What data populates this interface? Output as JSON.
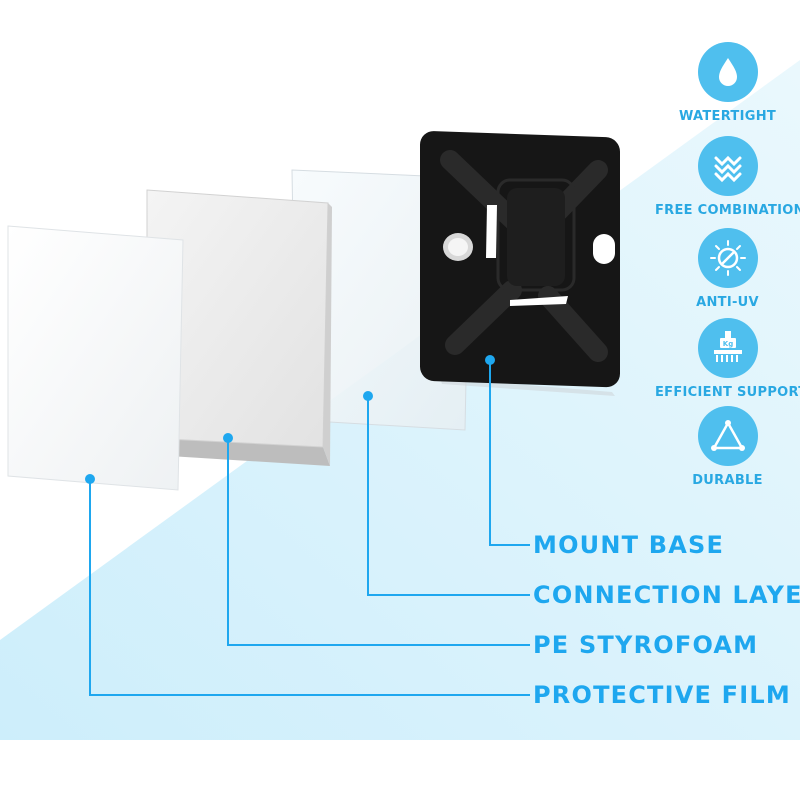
{
  "features": [
    {
      "label": "WATERTIGHT",
      "icon": "water-drop-icon"
    },
    {
      "label": "FREE COMBINATION",
      "icon": "puzzle-mesh-icon"
    },
    {
      "label": "ANTI-UV",
      "icon": "sun-shield-icon"
    },
    {
      "label": "EFFICIENT SUPPORT",
      "icon": "weight-press-icon",
      "icon_text": "Kg"
    },
    {
      "label": "DURABLE",
      "icon": "triangle-icon"
    }
  ],
  "callouts": {
    "mount_base": "MOUNT BASE",
    "connection_layer": "CONNECTION LAYER",
    "pe_styrofoam": "PE STYROFOAM",
    "protective_film": "PROTECTIVE FILM"
  },
  "colors": {
    "accent": "#1ea7ef",
    "badge": "#4fbfee",
    "background_tint": "#dff3fb",
    "mount_base": "#161616"
  }
}
